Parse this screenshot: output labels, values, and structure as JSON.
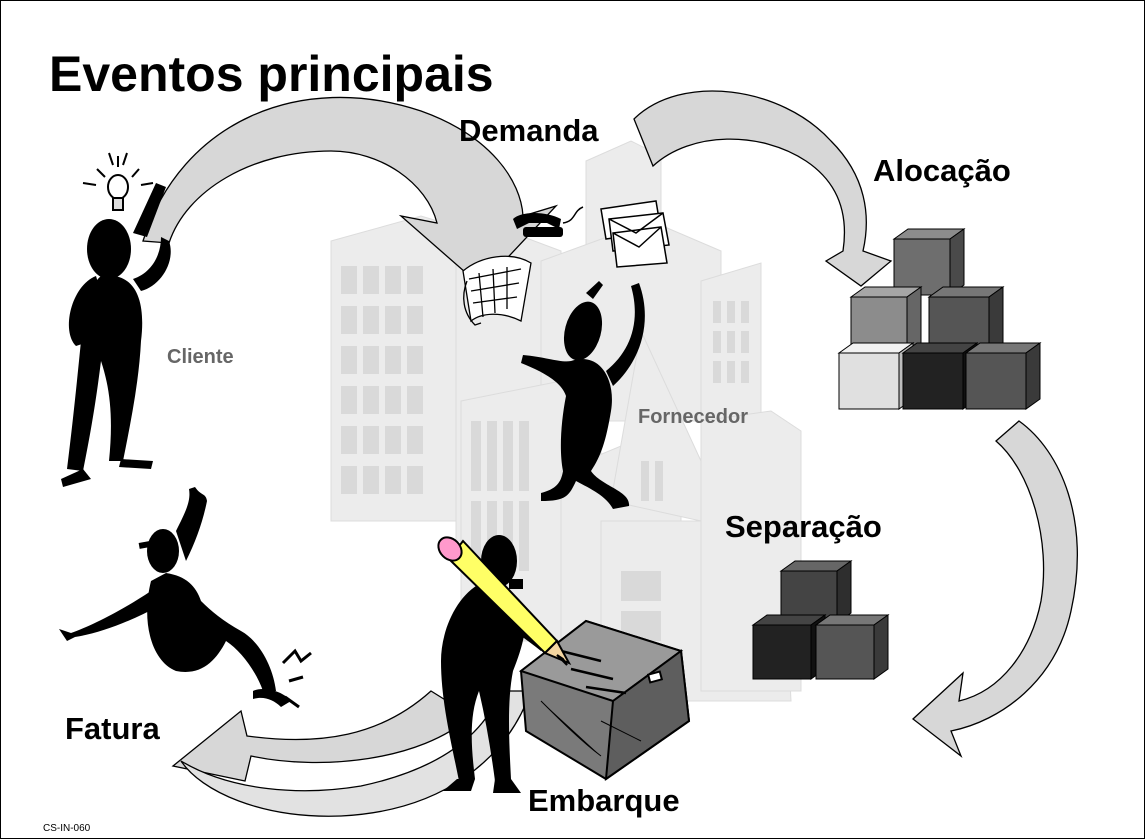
{
  "title": "Eventos principais",
  "labels": {
    "demanda": "Demanda",
    "alocacao": "Alocação",
    "separacao": "Separação",
    "fatura": "Fatura",
    "embarque": "Embarque",
    "cliente": "Cliente",
    "fornecedor": "Fornecedor"
  },
  "footer_code": "CS-IN-060",
  "colors": {
    "arrow_fill": "#d7d7d7",
    "building_fill": "#ececec",
    "building_window": "#d9d9d9",
    "silhouette": "#000000",
    "label_gray": "#666666",
    "pencil_yellow": "#ffff66",
    "eraser_pink": "#ff99cc",
    "cube_light": "#e0e0e0",
    "cube_mid": "#8c8c8c",
    "cube_dark": "#555555",
    "cube_black": "#222222"
  }
}
